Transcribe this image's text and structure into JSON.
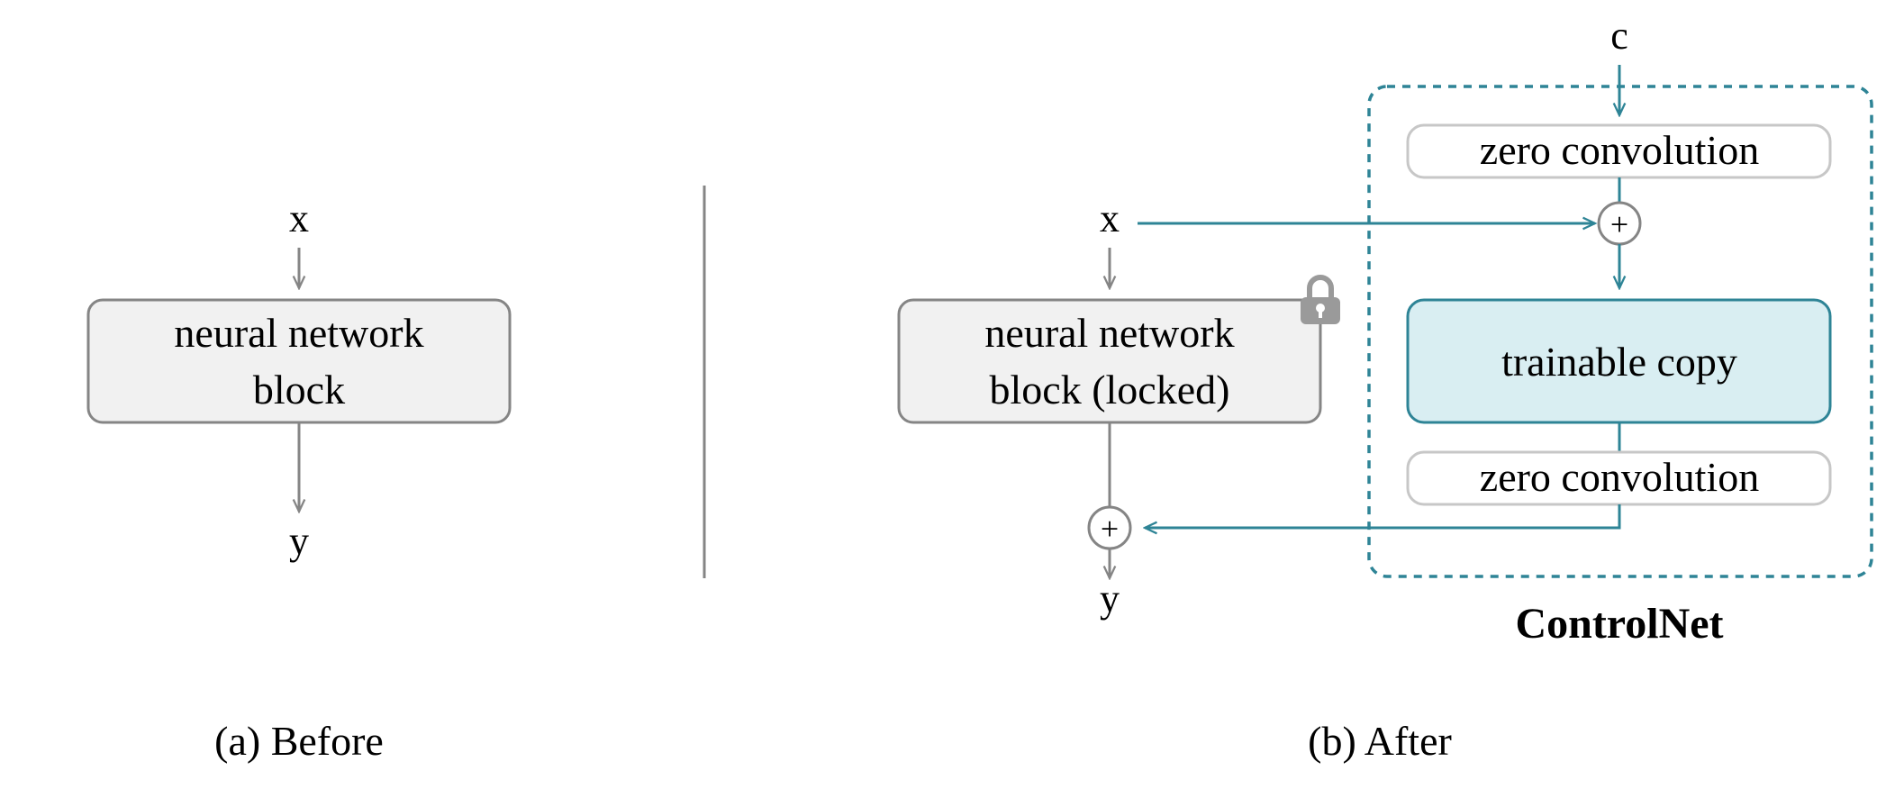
{
  "panel_a": {
    "input_label": "x",
    "block_line1": "neural network",
    "block_line2": "block",
    "output_label": "y",
    "caption": "(a) Before"
  },
  "panel_b": {
    "input_label": "x",
    "condition_label": "c",
    "locked_block_line1": "neural network",
    "locked_block_line2": "block (locked)",
    "zero_conv_top": "zero convolution",
    "trainable_copy": "trainable copy",
    "zero_conv_bottom": "zero convolution",
    "plus_symbol_top": "+",
    "plus_symbol_bottom": "+",
    "output_label": "y",
    "controlnet_label": "ControlNet",
    "caption": "(b) After"
  },
  "icons": {
    "lock": "lock-icon"
  },
  "colors": {
    "gray_stroke": "#858585",
    "light_stroke": "#c7c7c7",
    "block_fill": "#f1f1f1",
    "teal": "#2e8496",
    "teal_fill": "#d9eef2"
  }
}
